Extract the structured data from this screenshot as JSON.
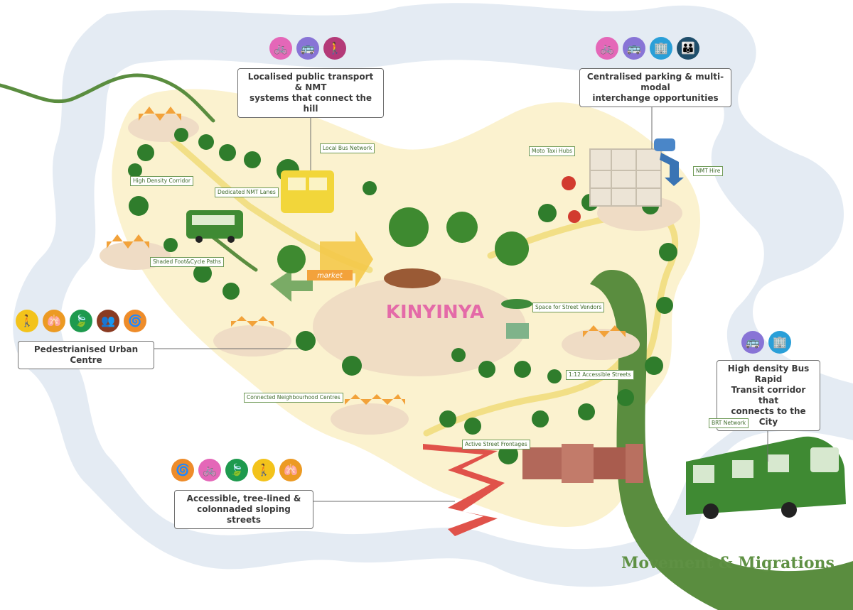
{
  "title": "Movement & Migrations",
  "colors": {
    "river": "#e4ebf3",
    "hill": "#fbf2cf",
    "path": "#f2df86",
    "bus_green": "#3f8a33",
    "brt_green": "#5a8d3f",
    "tree": "#2f7d2c",
    "tag_border": "#6f9a57"
  },
  "callouts": {
    "top_left": {
      "text": "Localised public transport & NMT\nsystems that connect the hill",
      "icons": [
        {
          "name": "bicycle-icon",
          "glyph": "🚲",
          "color": "pink"
        },
        {
          "name": "bus-icon",
          "glyph": "🚌",
          "color": "lav"
        },
        {
          "name": "pedestrian-icon",
          "glyph": "🚶",
          "color": "mag"
        }
      ]
    },
    "top_right": {
      "text": "Centralised parking & multi-modal\ninterchange opportunities",
      "icons": [
        {
          "name": "bicycle-icon",
          "glyph": "🚲",
          "color": "pink"
        },
        {
          "name": "bus-icon",
          "glyph": "🚌",
          "color": "lav"
        },
        {
          "name": "buildings-icon",
          "glyph": "🏢",
          "color": "blue"
        },
        {
          "name": "community-icon",
          "glyph": "👪",
          "color": "navy"
        }
      ]
    },
    "left": {
      "text": "Pedestrianised Urban Centre",
      "icons": [
        {
          "name": "pedestrian-icon",
          "glyph": "🚶",
          "color": "yellow"
        },
        {
          "name": "lungs-icon",
          "glyph": "🫁",
          "color": "orange"
        },
        {
          "name": "leaf-icon",
          "glyph": "🍃",
          "color": "green"
        },
        {
          "name": "gathering-icon",
          "glyph": "👥",
          "color": "brown"
        },
        {
          "name": "spiral-icon",
          "glyph": "🌀",
          "color": "ring"
        }
      ]
    },
    "bottom": {
      "text": "Accessible, tree-lined &\ncolonnaded sloping streets",
      "icons": [
        {
          "name": "spiral-icon",
          "glyph": "🌀",
          "color": "ring"
        },
        {
          "name": "bicycle-icon",
          "glyph": "🚲",
          "color": "pink"
        },
        {
          "name": "leaf-icon",
          "glyph": "🍃",
          "color": "green"
        },
        {
          "name": "pedestrian-icon",
          "glyph": "🚶",
          "color": "yellow"
        },
        {
          "name": "lungs-icon",
          "glyph": "🫁",
          "color": "orange"
        }
      ]
    },
    "right": {
      "text": "High density Bus Rapid\nTransit corridor that\nconnects to the City",
      "icons": [
        {
          "name": "bus-icon",
          "glyph": "🚌",
          "color": "lav"
        },
        {
          "name": "buildings-icon",
          "glyph": "🏢",
          "color": "blue"
        }
      ]
    }
  },
  "tags": {
    "local_bus_network": "Local Bus Network",
    "high_density_corridor": "High Density Corridor",
    "dedicated_nmt_lanes": "Dedicated NMT Lanes",
    "shaded_paths": "Shaded Foot&Cycle Paths",
    "moto_taxi_hubs": "Moto Taxi Hubs",
    "nmt_hire": "NMT Hire",
    "street_vendors": "Space for Street Vendors",
    "accessible_streets": "1:12 Accessible Streets",
    "neighbourhood_centres": "Connected Neighbourhood Centres",
    "active_frontages": "Active Street Frontages",
    "brt_network": "BRT Network"
  },
  "signs": {
    "market": "market",
    "kinyinya": "KINYINYA"
  }
}
